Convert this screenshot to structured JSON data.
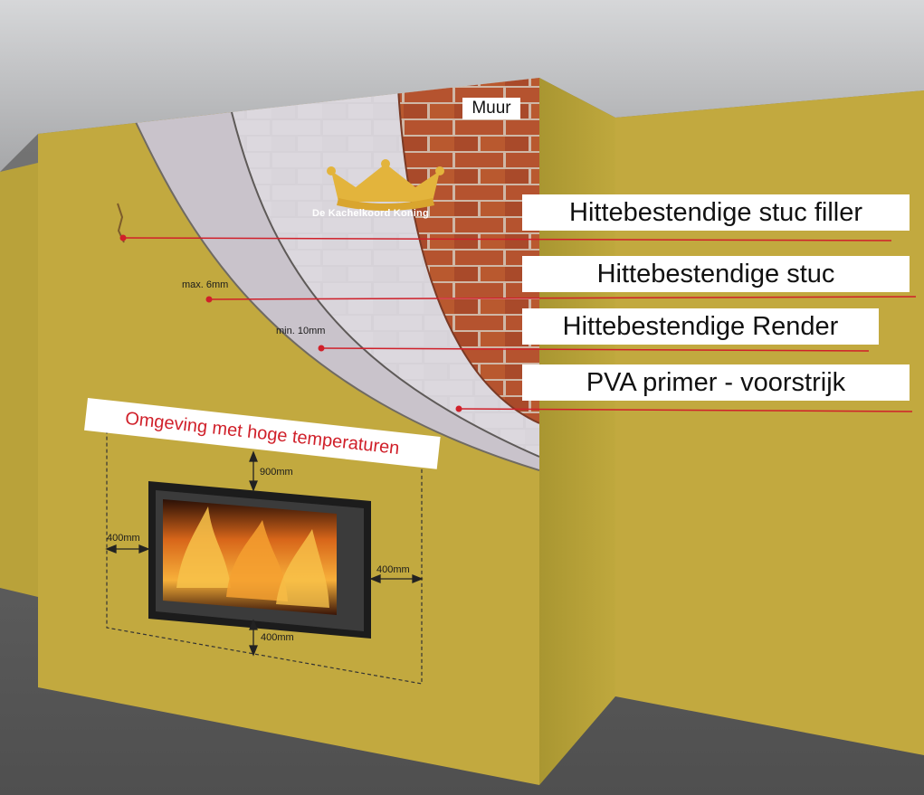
{
  "labels": {
    "muur": "Muur",
    "layer_filler": "Hittebestendige stuc filler",
    "layer_stuc": "Hittebestendige stuc",
    "layer_render": "Hittebestendige Render",
    "layer_pva": "PVA primer - voorstrijk",
    "zone": "Omgeving met hoge temperaturen",
    "note_max": "max. 6mm",
    "note_min": "min. 10mm"
  },
  "dimensions": {
    "top": "900mm",
    "left": "400mm",
    "right": "400mm",
    "bottom": "400mm"
  },
  "logo": {
    "text": "De Kachelkoord Koning",
    "icon": "crown-icon"
  },
  "colors": {
    "wall": "#c2a93f",
    "wall_dark": "#9e8a2c",
    "brick": "#b5532f",
    "mortar": "#cfb7a6",
    "render_layer": "#c9c3cb",
    "stuc_layer": "#d6d2d8",
    "leader_line": "#d0202a",
    "zone_text": "#d0202a",
    "crown": "#e3b43c"
  }
}
